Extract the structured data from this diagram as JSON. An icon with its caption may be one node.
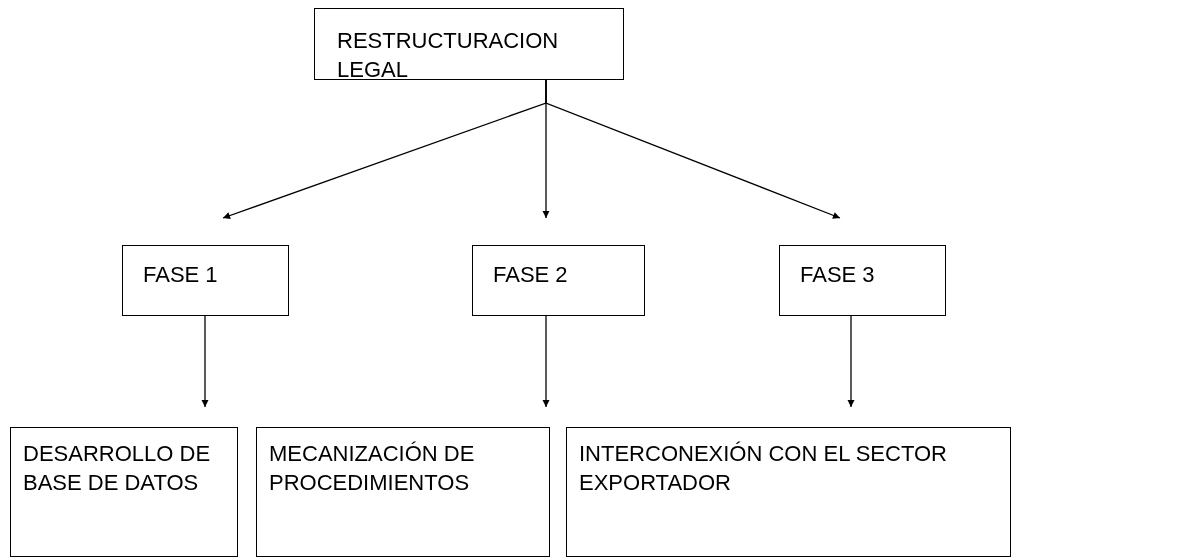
{
  "diagram": {
    "nodes": [
      {
        "text": [
          "RESTRUCTURACION LEGAL"
        ]
      },
      {
        "text": [
          "FASE 1"
        ]
      },
      {
        "text": [
          "FASE 2"
        ]
      },
      {
        "text": [
          "FASE 3"
        ]
      },
      {
        "text": [
          "DESARROLLO DE BASE DE DATOS"
        ]
      },
      {
        "text": [
          "MECANIZACIÓN DE PROCEDIMIENTOS"
        ]
      },
      {
        "text": [
          "INTERCONEXIÓN CON EL SECTOR EXPORTADOR"
        ]
      }
    ],
    "edges": [
      {
        "from": 0,
        "to": 1,
        "arrow": "to"
      },
      {
        "from": 0,
        "to": 2,
        "arrow": "to"
      },
      {
        "from": 0,
        "to": 3,
        "arrow": "to"
      },
      {
        "from": 1,
        "to": 4,
        "arrow": "to"
      },
      {
        "from": 2,
        "to": 5,
        "arrow": "to"
      },
      {
        "from": 3,
        "to": 6,
        "arrow": "to"
      }
    ]
  }
}
